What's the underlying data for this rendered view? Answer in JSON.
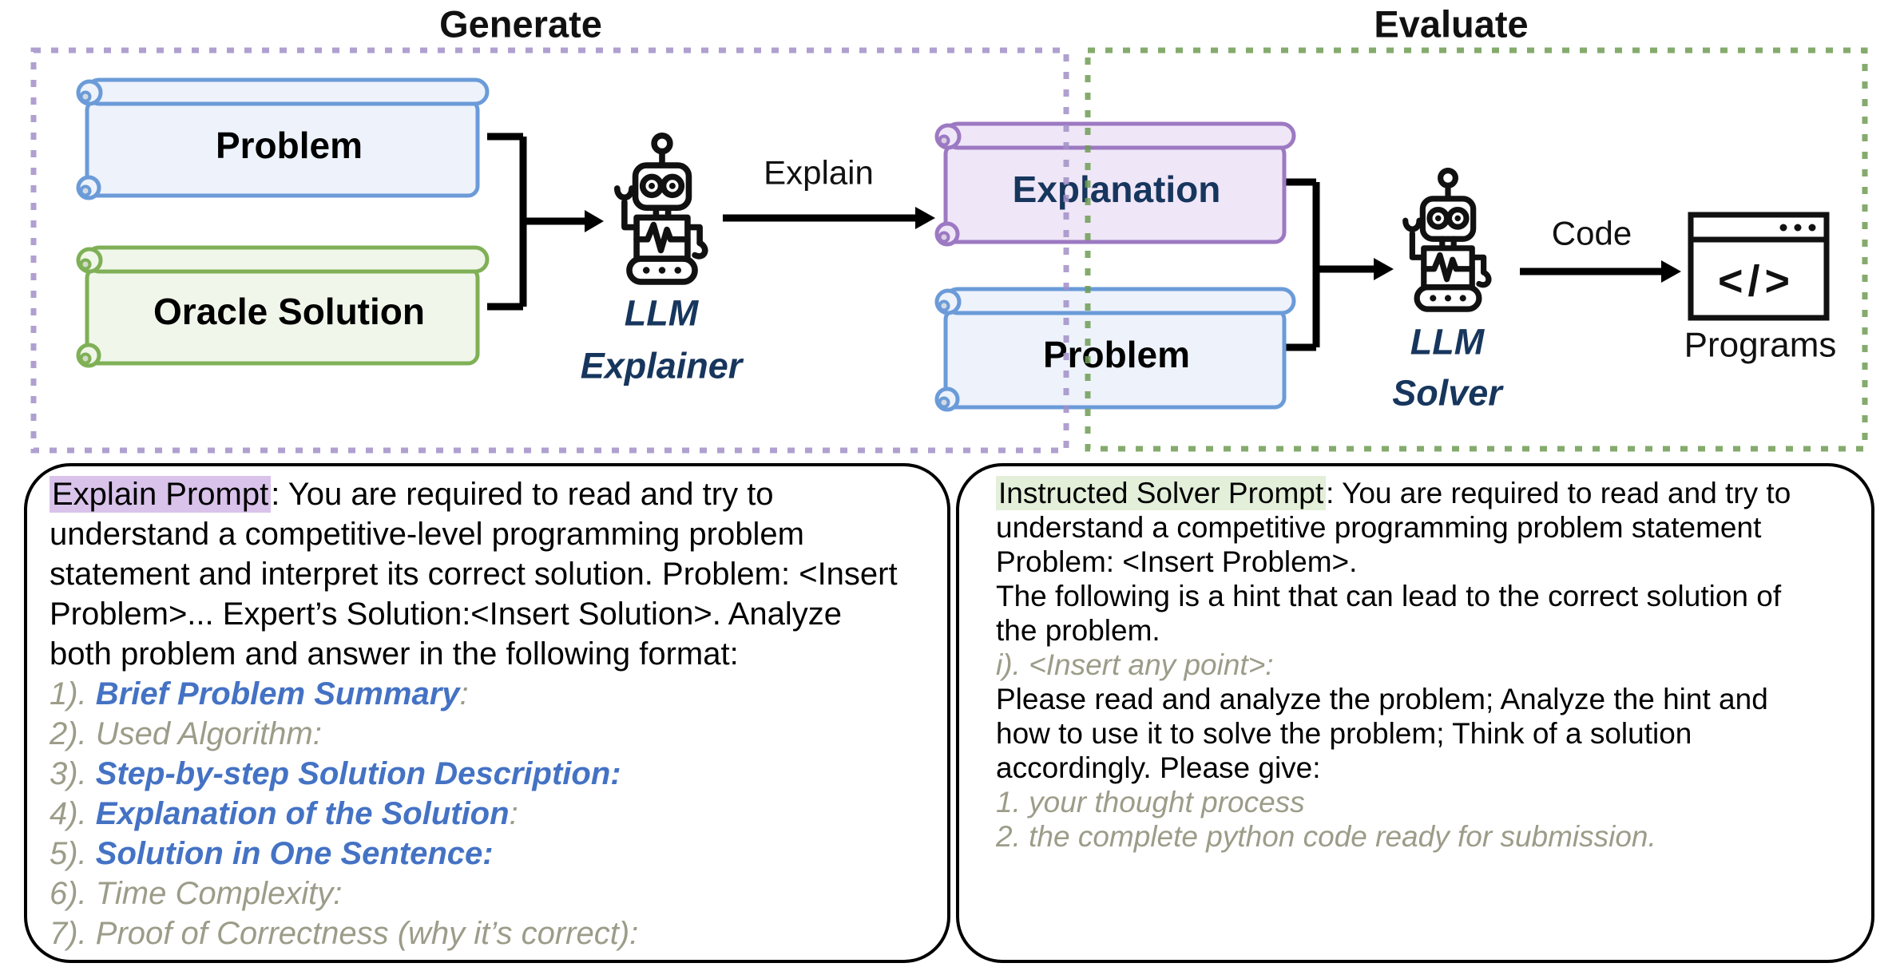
{
  "colors": {
    "dash_purple": "#A18FC8",
    "dash_green": "#6F9C54",
    "blue_stroke": "#6B9BD8",
    "blue_fill": "#EDF2FB",
    "green_stroke": "#7FB056",
    "green_fill": "#F0F6EA",
    "purple_stroke": "#9C79C2",
    "purple_fill": "#EFE6F7",
    "navy": "#17365D",
    "olive": "#9C9C89",
    "item_blue": "#4472C4",
    "hl_purple": "#D9C3EA",
    "hl_green": "#E3EFD9"
  },
  "diagram": {
    "titles": {
      "generate": "Generate",
      "evaluate": "Evaluate"
    },
    "scrolls": {
      "problem_left": {
        "label": "Problem"
      },
      "oracle": {
        "label": "Oracle Solution"
      },
      "explanation": {
        "label": "Explanation"
      },
      "problem_right": {
        "label": "Problem"
      }
    },
    "explainer": {
      "line1": "LLM",
      "line2": "Explainer"
    },
    "solver": {
      "line1": "LLM",
      "line2": "Solver"
    },
    "arrows": {
      "explain": "Explain",
      "code": "Code"
    },
    "programs": {
      "label": "Programs",
      "glyph": "</>"
    }
  },
  "explain_box": {
    "label": "Explain Prompt",
    "intro": ": You are required to read and try to understand a competitive-level programming problem statement and interpret its correct solution. Problem: <Insert Problem>... Expert’s Solution:<Insert Solution>. Analyze both problem and answer in the following format:",
    "items": [
      {
        "num": "1). ",
        "text": "Brief Problem Summary",
        "tail": ":",
        "cls": "item-blue"
      },
      {
        "num": "2). ",
        "text": "Used Algorithm:",
        "tail": "",
        "cls": "item-olive"
      },
      {
        "num": "3). ",
        "text": "Step-by-step Solution Description:",
        "tail": "",
        "cls": "item-blue"
      },
      {
        "num": "4). ",
        "text": "Explanation of the Solution",
        "tail": ":",
        "cls": "item-blue"
      },
      {
        "num": "5). ",
        "text": "Solution in One Sentence:",
        "tail": "",
        "cls": "item-blue"
      },
      {
        "num": "6). ",
        "text": "Time Complexity:",
        "tail": "",
        "cls": "item-olive"
      },
      {
        "num": "7). ",
        "text": "Proof of Correctness (why it’s correct):",
        "tail": "",
        "cls": "item-olive"
      }
    ]
  },
  "solver_box": {
    "label": "Instructed Solver Prompt",
    "intro": ": You are required to read and try to understand a competitive programming problem statement Problem: <Insert Problem>.",
    "hint": "The following is a hint that can lead to the correct solution of the problem.",
    "point": "i). <Insert any point>:",
    "analyze": "Please read and analyze the problem; Analyze the hint and how to use it to solve the problem; Think of a solution accordingly. Please give:",
    "items": [
      "1. your thought process",
      "2. the complete python code ready for submission."
    ]
  }
}
